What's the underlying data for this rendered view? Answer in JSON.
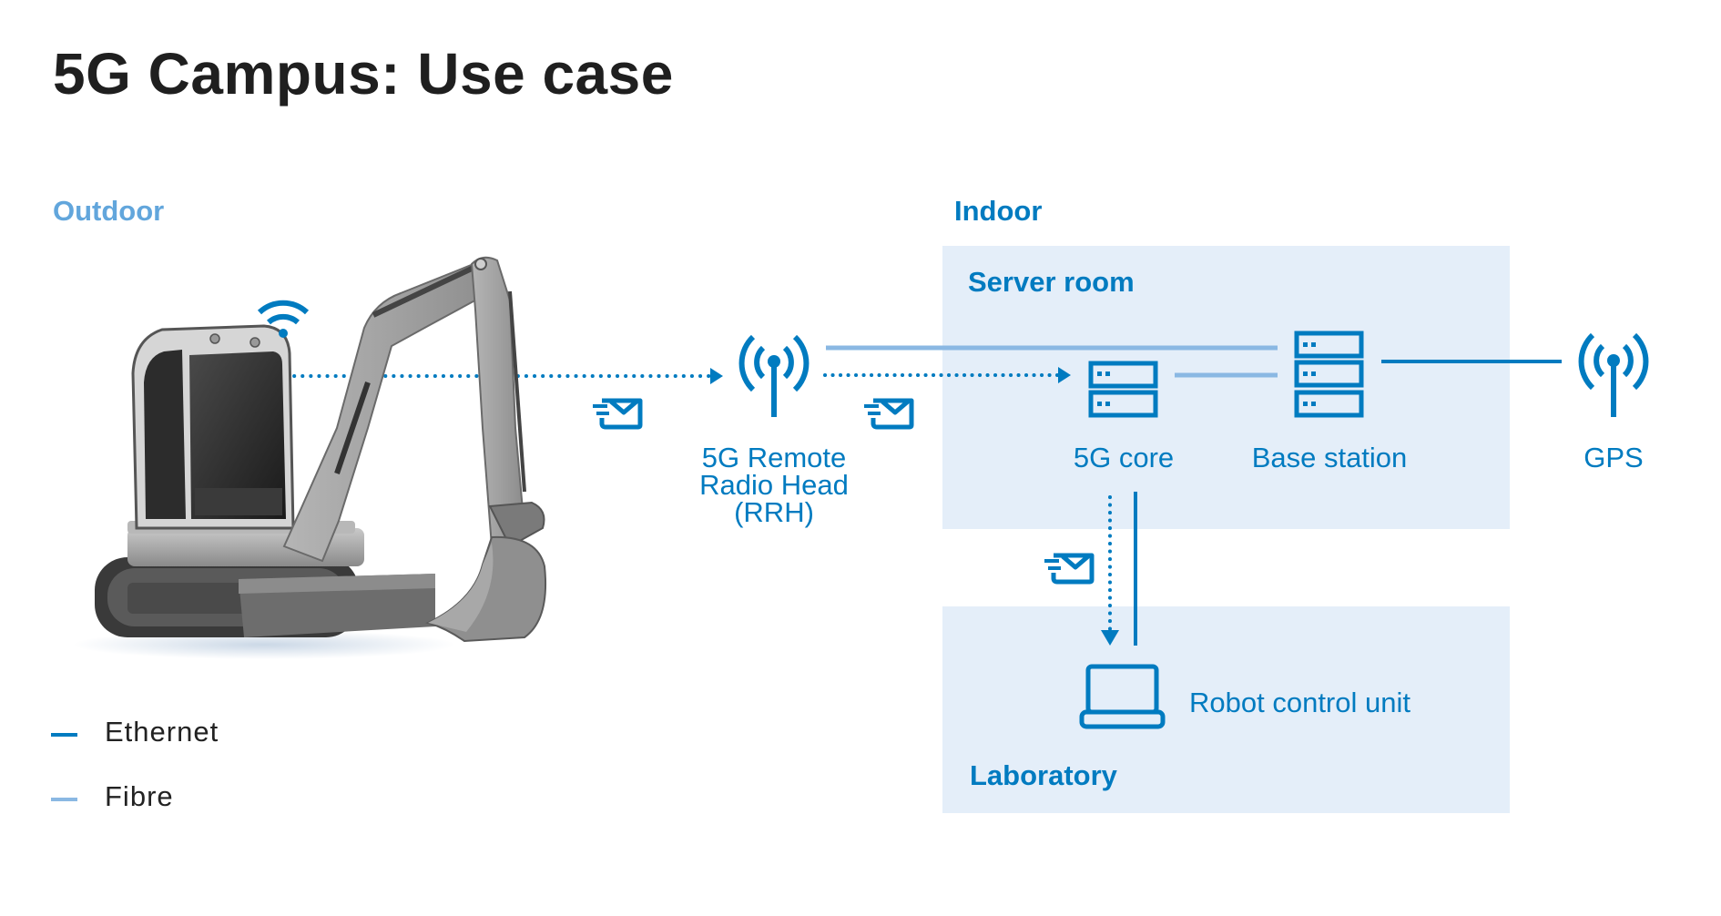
{
  "title": "5G Campus: Use case",
  "zones": {
    "outdoor": "Outdoor",
    "indoor": "Indoor"
  },
  "rooms": {
    "server_room": "Server room",
    "laboratory": "Laboratory"
  },
  "nodes": {
    "rrh": {
      "label_lines": [
        "5G Remote",
        "Radio Head",
        "(RRH)"
      ],
      "icon": "antenna-icon"
    },
    "core": {
      "label": "5G core",
      "icon": "server-icon"
    },
    "base_station": {
      "label": "Base station",
      "icon": "server-rack-icon"
    },
    "gps": {
      "label": "GPS",
      "icon": "antenna-icon"
    },
    "robot_control_unit": {
      "label": "Robot control unit",
      "icon": "laptop-icon"
    },
    "excavator": {
      "icon": "excavator-image",
      "signal_icon": "wifi-icon"
    }
  },
  "connections": [
    {
      "from": "excavator",
      "to": "rrh",
      "type": "wireless-message",
      "icon": "mail-send-icon"
    },
    {
      "from": "rrh",
      "to": "core",
      "type": "wireless-message",
      "icon": "mail-send-icon"
    },
    {
      "from": "rrh",
      "to": "base_station",
      "type": "Fibre"
    },
    {
      "from": "core",
      "to": "base_station",
      "type": "Fibre"
    },
    {
      "from": "base_station",
      "to": "gps",
      "type": "Ethernet"
    },
    {
      "from": "core",
      "to": "robot_control_unit",
      "type": "wireless-message",
      "icon": "mail-send-icon"
    },
    {
      "from": "core",
      "to": "robot_control_unit",
      "type": "Ethernet"
    }
  ],
  "legend": [
    {
      "label": "Ethernet",
      "color": "#007bc0"
    },
    {
      "label": "Fibre",
      "color": "#8ab8e3"
    }
  ],
  "colors": {
    "primary": "#007bc0",
    "fibre": "#8ab8e3",
    "room_fill": "#e4eef9",
    "outdoor_label": "#62a6dc",
    "title": "#1f1f1f"
  }
}
